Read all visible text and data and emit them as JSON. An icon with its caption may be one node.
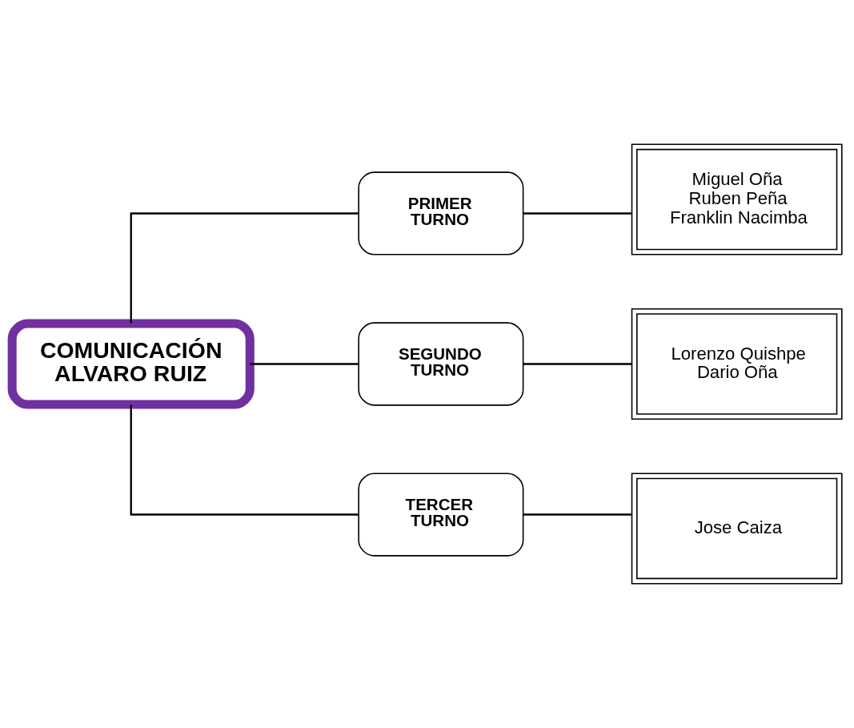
{
  "diagram": {
    "nodes": [
      {
        "text": [
          "COMUNICACIÓN ALVARO RUIZ"
        ]
      },
      {
        "text": [
          "PRIMER TURNO"
        ]
      },
      {
        "text": [
          "SEGUNDO TURNO"
        ]
      },
      {
        "text": [
          "TERCER TURNO"
        ]
      },
      {
        "text": [
          "Miguel Oña",
          "Ruben Peña",
          "Franklin Nacimba"
        ]
      },
      {
        "text": [
          "Lorenzo Quishpe",
          "Dario Oña"
        ]
      },
      {
        "text": [
          "Jose Caiza"
        ]
      }
    ],
    "edges": [
      {
        "from": 0,
        "to": 1,
        "arrow": "none"
      },
      {
        "from": 0,
        "to": 2,
        "arrow": "none"
      },
      {
        "from": 0,
        "to": 3,
        "arrow": "none"
      },
      {
        "from": 1,
        "to": 4,
        "arrow": "none"
      },
      {
        "from": 2,
        "to": 5,
        "arrow": "none"
      },
      {
        "from": 3,
        "to": 6,
        "arrow": "none"
      }
    ]
  }
}
